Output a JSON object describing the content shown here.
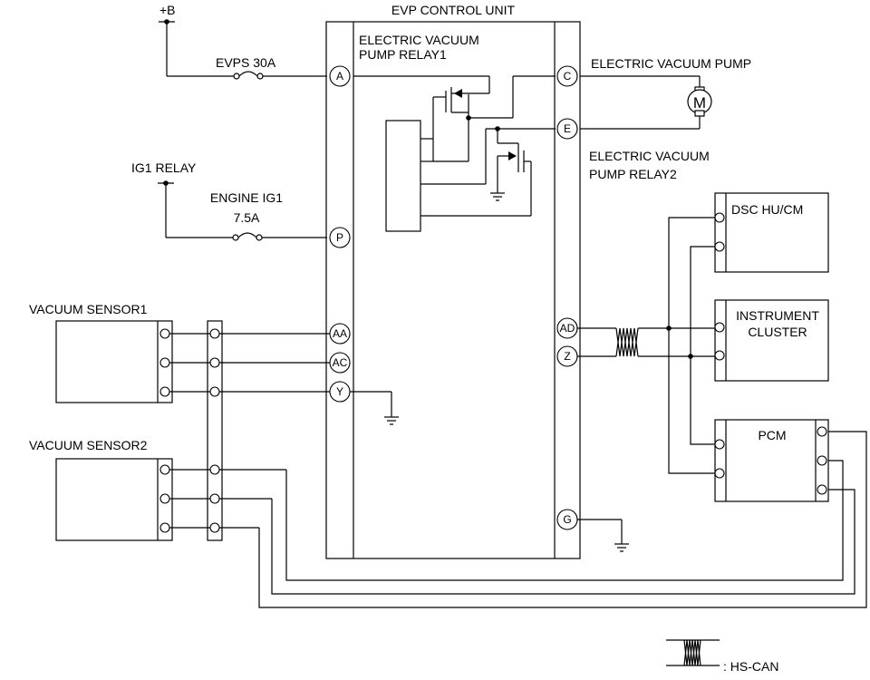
{
  "labels": {
    "plus_b": "+B",
    "evp_control_unit": "EVP CONTROL UNIT",
    "relay1_line1": "ELECTRIC VACUUM",
    "relay1_line2": "PUMP RELAY1",
    "evps_fuse": "EVPS 30A",
    "electric_vacuum_pump": "ELECTRIC VACUUM PUMP",
    "motor_symbol": "M",
    "relay2_line1": "ELECTRIC VACUUM",
    "relay2_line2": "PUMP RELAY2",
    "ig1_relay": "IG1 RELAY",
    "engine_ig1_line1": "ENGINE IG1",
    "engine_ig1_line2": "7.5A",
    "dsc_hu_cm": "DSC HU/CM",
    "instrument_line1": "INSTRUMENT",
    "instrument_line2": "CLUSTER",
    "pcm": "PCM",
    "vacuum_sensor1": "VACUUM SENSOR1",
    "vacuum_sensor2": "VACUUM SENSOR2",
    "legend_hs_can": ": HS-CAN"
  },
  "pins": {
    "A": "A",
    "C": "C",
    "E": "E",
    "P": "P",
    "AA": "AA",
    "AC": "AC",
    "Y": "Y",
    "AD": "AD",
    "Z": "Z",
    "G": "G"
  }
}
